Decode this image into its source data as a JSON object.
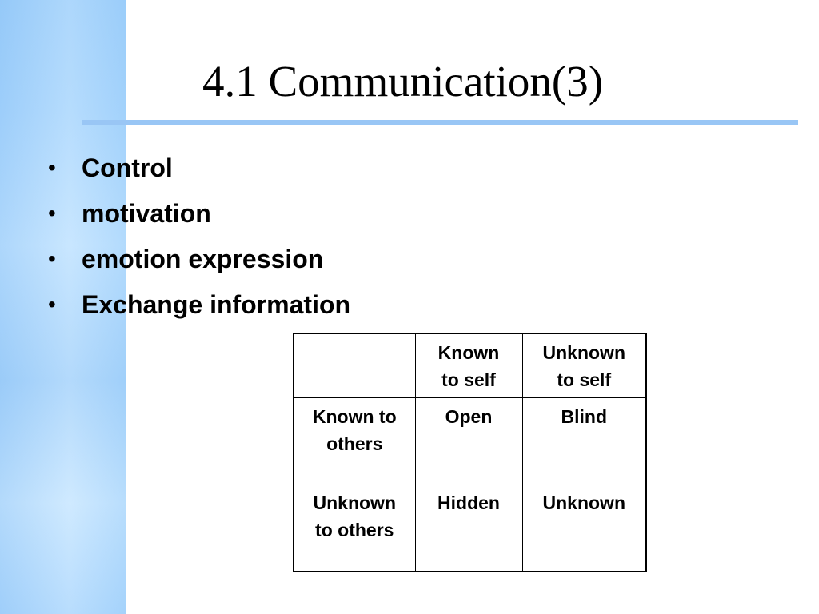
{
  "slide": {
    "title": "4.1 Communication(3)",
    "bullet_char": "•",
    "bullets": [
      "Control",
      "motivation",
      "emotion expression",
      "Exchange information"
    ],
    "colors": {
      "side_band": "#a9d6fd",
      "title_rule": "#99c6f5"
    }
  },
  "johari_table": {
    "header_row": [
      [
        "",
        ""
      ],
      [
        "Known",
        "to self"
      ],
      [
        "Unknown",
        "to self"
      ]
    ],
    "rows": [
      {
        "label": [
          "Known to",
          "others"
        ],
        "cells": [
          "Open",
          "Blind"
        ]
      },
      {
        "label": [
          "Unknown",
          "to others"
        ],
        "cells": [
          "Hidden",
          "Unknown"
        ]
      }
    ]
  }
}
